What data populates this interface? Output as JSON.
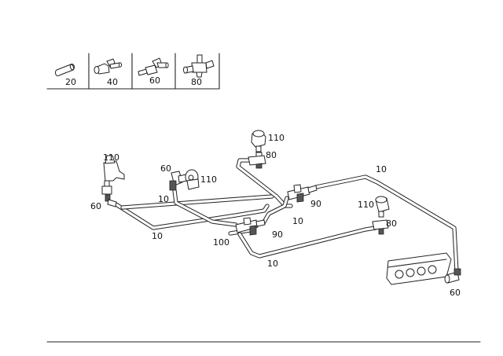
{
  "legend": {
    "items": [
      {
        "icon": "straight-connector-icon",
        "label": "20"
      },
      {
        "icon": "elbow-connector-icon",
        "label": "40"
      },
      {
        "icon": "check-valve-icon",
        "label": "60"
      },
      {
        "icon": "tee-valve-icon",
        "label": "80"
      }
    ]
  },
  "callouts": {
    "c110_top": "110",
    "c80_top": "80",
    "c10_top_right": "10",
    "c110_left": "110",
    "c60_mid": "60",
    "c110_mid": "110",
    "c10_mid": "10",
    "c60_left": "60",
    "c90_right": "90",
    "c110_right": "110",
    "c80_right": "80",
    "c10_center": "10",
    "c10_left_bottom": "10",
    "c90_center": "90",
    "c100": "100",
    "c10_bottom": "10",
    "c60_bottom_right": "60"
  }
}
